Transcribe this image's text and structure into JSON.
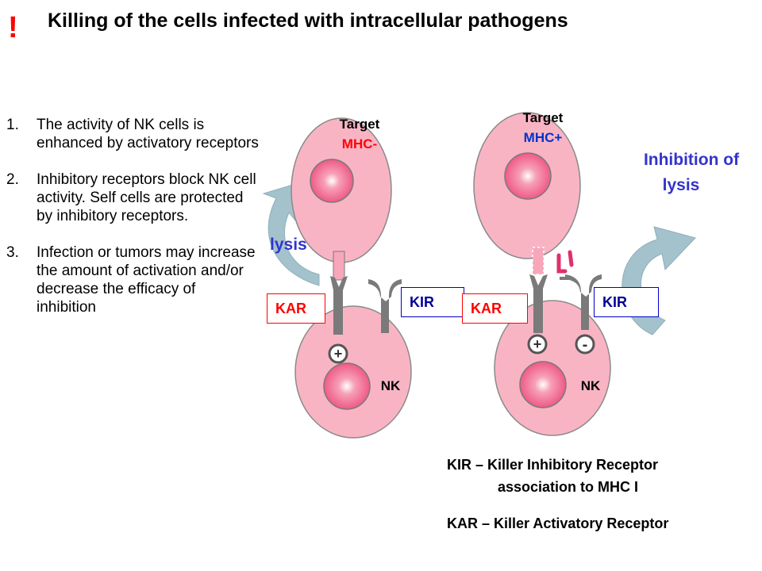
{
  "header": {
    "exclaim": "!",
    "title": "Killing of the cells infected with intracellular pathogens"
  },
  "points": [
    {
      "num": "1.",
      "text": "The activity of NK cells is enhanced by activatory receptors"
    },
    {
      "num": "2.",
      "text": "Inhibitory receptors block NK cell activity. Self cells are protected by inhibitory receptors."
    },
    {
      "num": "3.",
      "text": "Infection or tumors may increase the amount of activation and/or decrease the efficacy of inhibition"
    }
  ],
  "left_panel": {
    "target_label": "Target",
    "mhc_label": "MHC-",
    "result_label": "lysis",
    "kar_label": "KAR",
    "kir_label": "KIR",
    "plus_sign": "+",
    "nk_label": "NK"
  },
  "right_panel": {
    "target_label": "Target",
    "mhc_label": "MHC+",
    "result_line1": "Inhibition of",
    "result_line2": "lysis",
    "kar_label": "KAR",
    "kir_label": "KIR",
    "plus_sign": "+",
    "minus_sign": "-",
    "nk_label": "NK"
  },
  "legend": {
    "kir_line1": "KIR – Killer Inhibitory Receptor",
    "kir_line2": "association to MHC I",
    "kar_line": "KAR – Killer Activatory Receptor"
  },
  "colors": {
    "cell_fill": "#f9b4c4",
    "cell_stroke": "#7a7a7a",
    "nucleus": "#f06a90",
    "receptor": "#7a7a7a",
    "mhc_block": "#f7a7ba",
    "arrow": "#a3c2cc",
    "red": "#ff0000",
    "blue": "#3333cc"
  }
}
